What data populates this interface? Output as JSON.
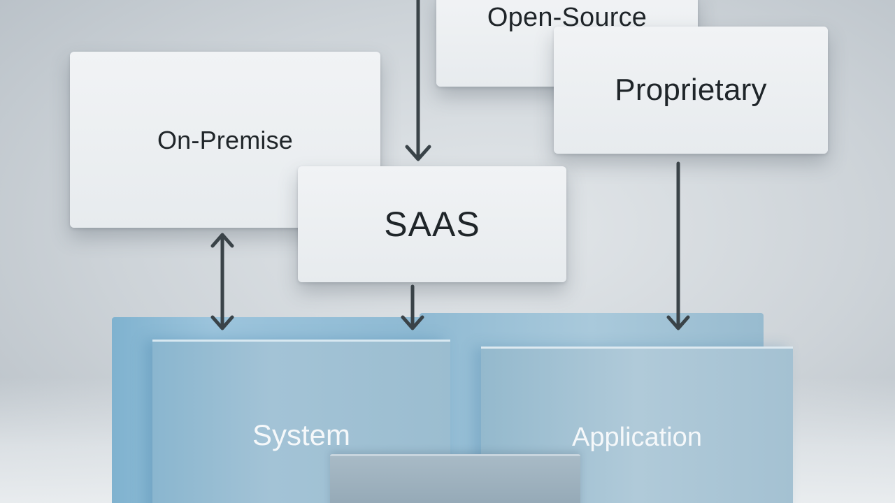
{
  "diagram": {
    "cards": {
      "open_source": "Open-Source",
      "proprietary": "Proprietary",
      "on_premise": "On-Premise",
      "saas": "SAAS"
    },
    "blocks": {
      "system": "System",
      "application": "Application"
    },
    "colors": {
      "arrow": "#3a4348",
      "card": "#eceff2",
      "card_text": "#1f2529",
      "block_blue": "#9cc4dc",
      "block_text": "#f5f8fa",
      "background": "#cdd3d8"
    }
  }
}
